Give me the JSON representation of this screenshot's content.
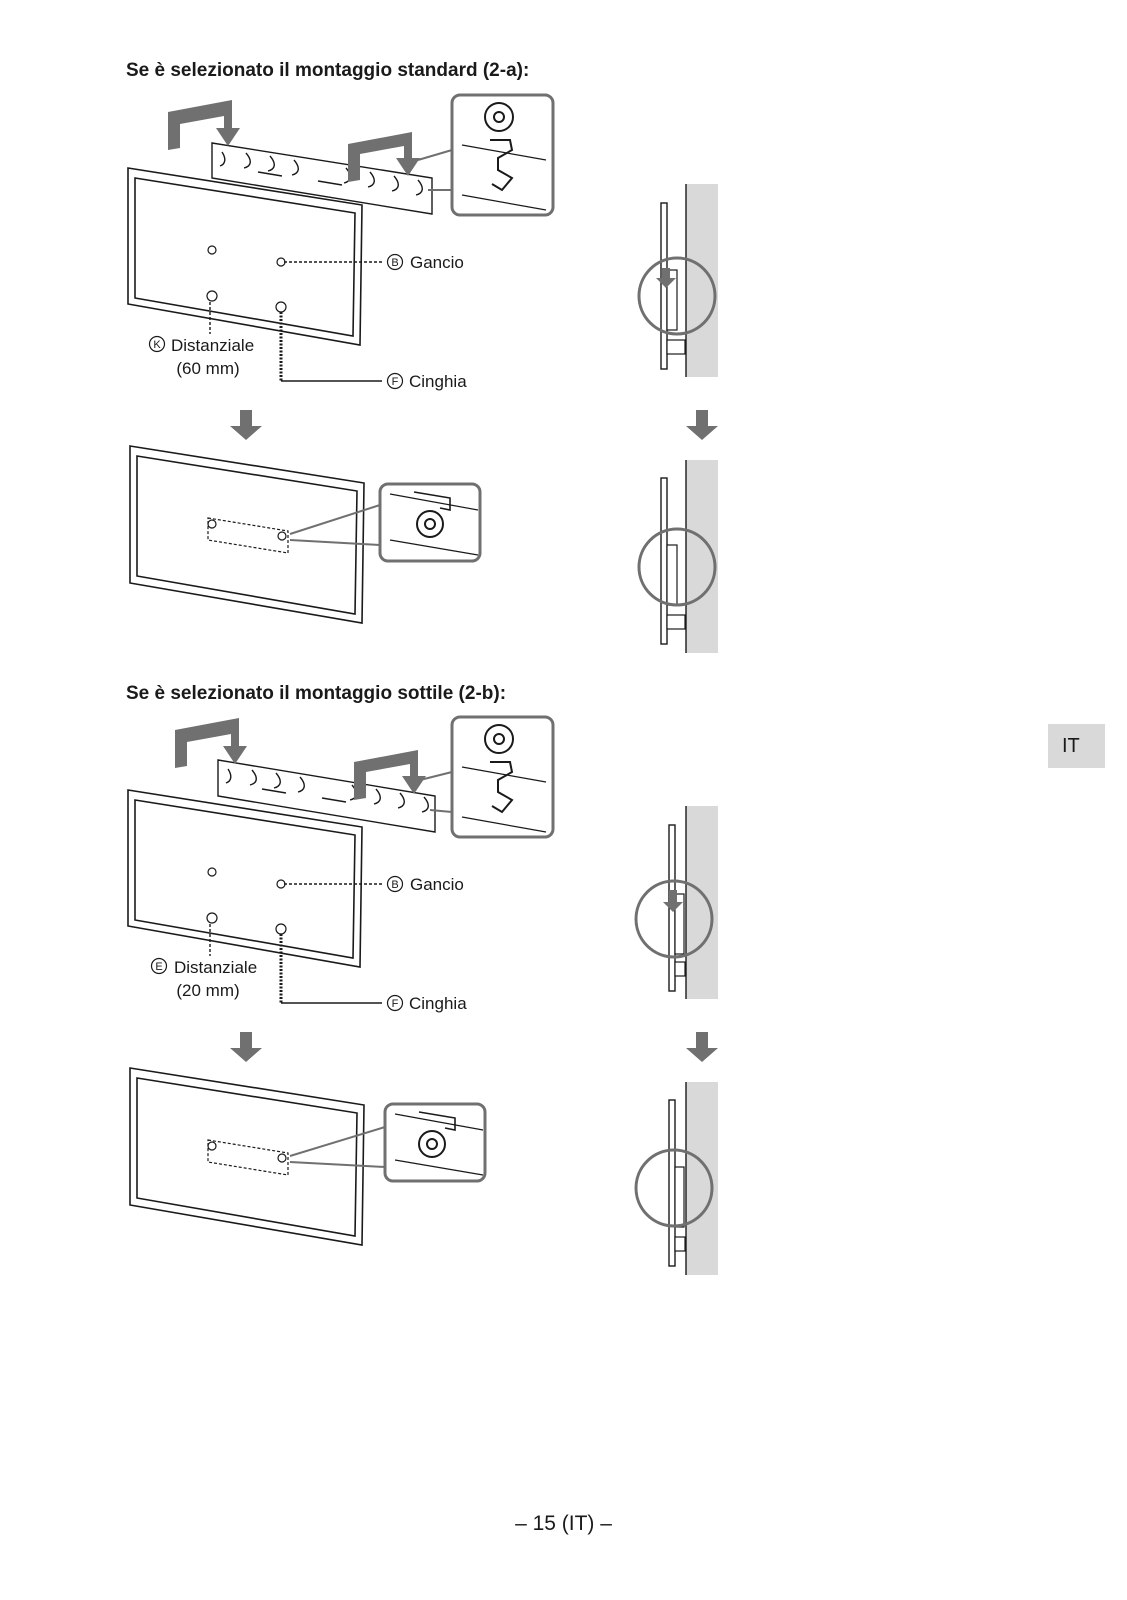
{
  "sections": [
    {
      "heading": "Se è selezionato il montaggio standard (2-a):",
      "hook": {
        "letter": "B",
        "text": "Gancio"
      },
      "spacer": {
        "letter": "K",
        "text": "Distanziale",
        "size": "(60 mm)"
      },
      "belt": {
        "letter": "F",
        "text": "Cinghia"
      }
    },
    {
      "heading": "Se è selezionato il montaggio sottile (2-b):",
      "hook": {
        "letter": "B",
        "text": "Gancio"
      },
      "spacer": {
        "letter": "E",
        "text": "Distanziale",
        "size": "(20 mm)"
      },
      "belt": {
        "letter": "F",
        "text": "Cinghia"
      }
    }
  ],
  "language_tab": "IT",
  "page_number": "– 15 (IT) –",
  "colors": {
    "arrow": "#707070",
    "wall": "#d9d9d9",
    "line": "#1a1a1a"
  }
}
